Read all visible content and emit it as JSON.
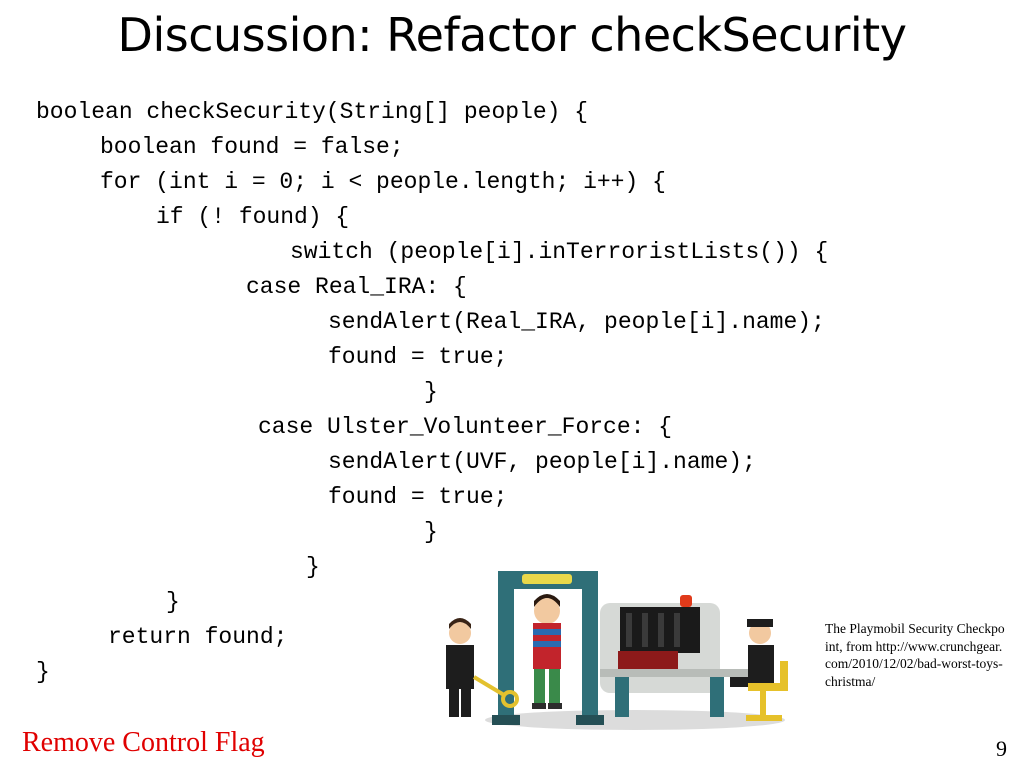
{
  "slide": {
    "title": "Discussion: Refactor checkSecurity",
    "code_lines": [
      "boolean checkSecurity(String[] people) {",
      "boolean found = false;",
      "for (int i = 0; i < people.length; i++) {",
      "if (! found) {",
      "switch (people[i].inTerroristLists()) {",
      "case Real_IRA: {",
      "sendAlert(Real_IRA, people[i].name);",
      "found = true;",
      "}",
      "case Ulster_Volunteer_Force: {",
      "sendAlert(UVF, people[i].name);",
      "found = true;",
      "}",
      "}",
      "}",
      "return found;",
      "}"
    ],
    "image_caption": "The Playmobil Security Checkpoint, from http://www.crunchgear.com/2010/12/02/bad-worst-toys-christma/",
    "footer_label": "Remove Control Flag",
    "slide_number": "9",
    "colors": {
      "footer_label": "#e00000",
      "text": "#000000"
    },
    "image_subject": "playmobil-security-checkpoint-toy"
  }
}
